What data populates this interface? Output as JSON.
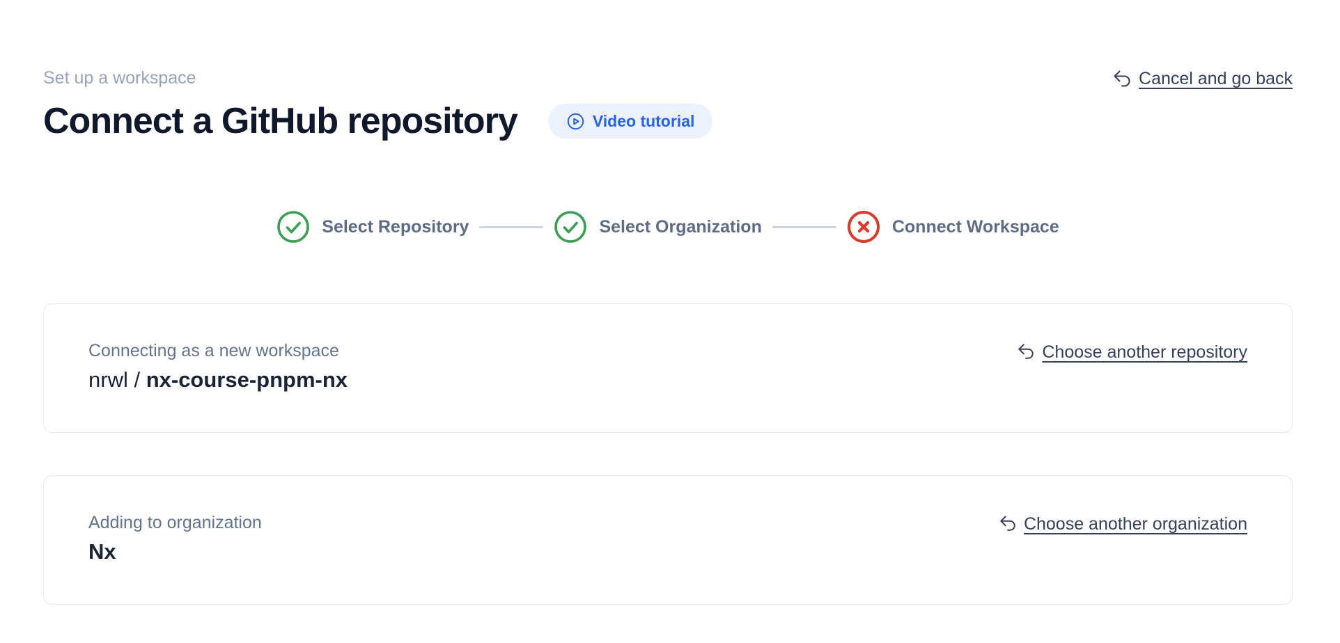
{
  "header": {
    "eyebrow": "Set up a workspace",
    "title": "Connect a GitHub repository",
    "video_tutorial_label": "Video tutorial",
    "cancel_label": "Cancel and go back"
  },
  "stepper": {
    "steps": [
      {
        "label": "Select Repository",
        "status": "complete"
      },
      {
        "label": "Select Organization",
        "status": "complete"
      },
      {
        "label": "Connect Workspace",
        "status": "failed"
      }
    ]
  },
  "cards": {
    "repository": {
      "label": "Connecting as a new workspace",
      "owner_prefix": "nrwl / ",
      "name": "nx-course-pnpm-nx",
      "action_label": "Choose another repository"
    },
    "organization": {
      "label": "Adding to organization",
      "name": "Nx",
      "action_label": "Choose another organization"
    }
  },
  "colors": {
    "success_green": "#3b9e54",
    "error_red": "#d93b2b",
    "accent_blue": "#2563eb",
    "pill_background": "#edf1fd",
    "muted_slate": "#5f6c85",
    "link_slate": "#35415a"
  }
}
